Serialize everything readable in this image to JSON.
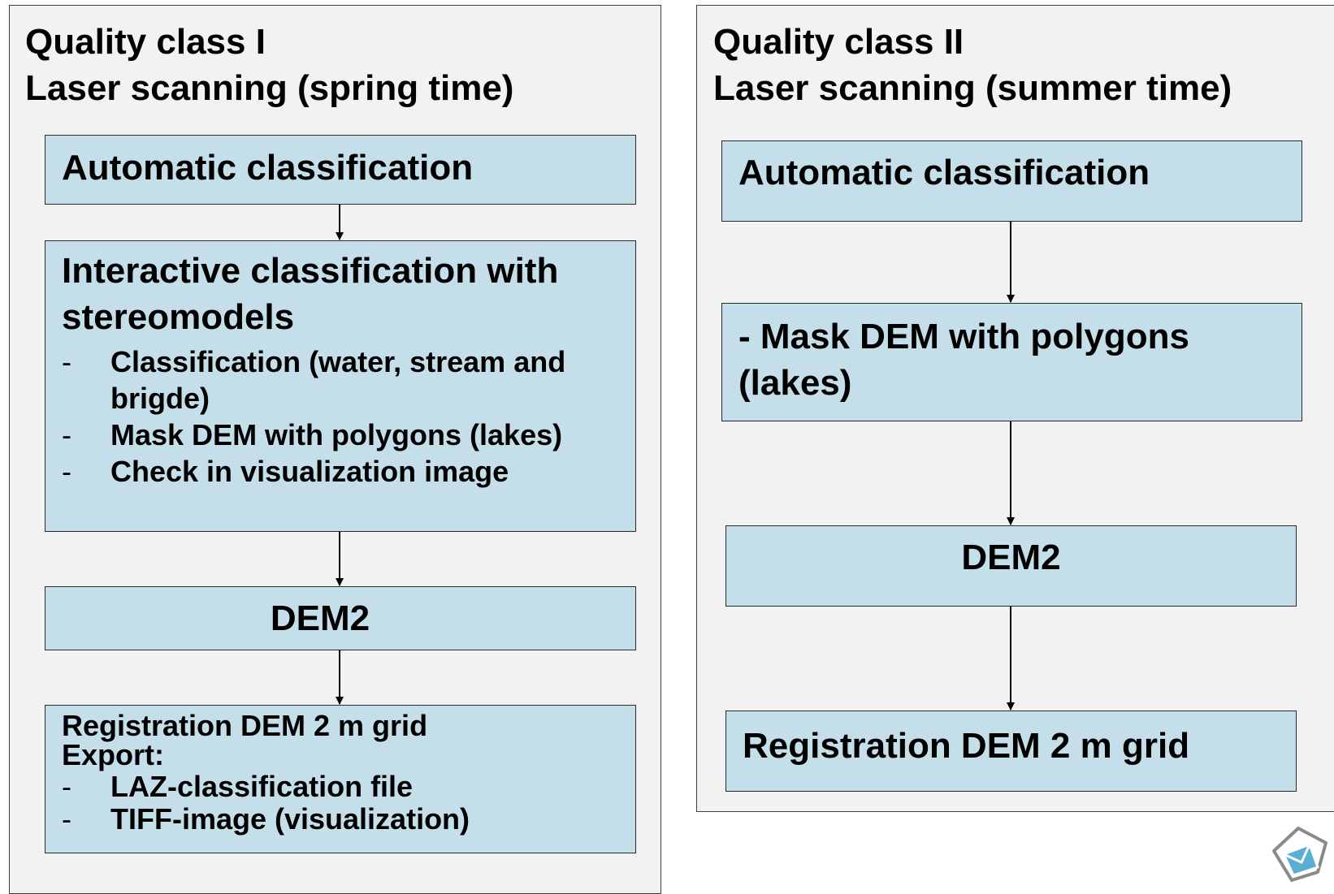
{
  "left_panel": {
    "title_line1": "Quality class I",
    "title_line2": "Laser scanning (spring time)",
    "box1": "Automatic classification",
    "box2": {
      "heading_line1": "Interactive classification  with",
      "heading_line2": "stereomodels",
      "bullets": [
        {
          "dash": "-",
          "line1": "Classification (water, stream and",
          "line2": "brigde)"
        },
        {
          "dash": "-",
          "line1": "Mask DEM with polygons (lakes)"
        },
        {
          "dash": "-",
          "line1": "Check in visualization image"
        }
      ]
    },
    "box3": "DEM2",
    "box4": {
      "line1": "Registration DEM 2 m grid",
      "line2": "Export:",
      "bullets": [
        {
          "dash": "-",
          "text": "LAZ-classification file"
        },
        {
          "dash": "-",
          "text": "TIFF-image (visualization)"
        }
      ]
    }
  },
  "right_panel": {
    "title_line1": "Quality class II",
    "title_line2": "Laser scanning (summer time)",
    "box1": "Automatic classification",
    "box2_line1": "- Mask DEM with polygons",
    "box2_line2": "(lakes)",
    "box3": "DEM2",
    "box4": "Registration DEM 2 m grid"
  },
  "colors": {
    "panel_bg": "#f2f2f2",
    "box_fill": "#c5dfea",
    "border": "#2a2a2a",
    "logo_blue": "#5aaed6"
  },
  "icons": {
    "logo": "envelope-diamond-logo-icon"
  }
}
